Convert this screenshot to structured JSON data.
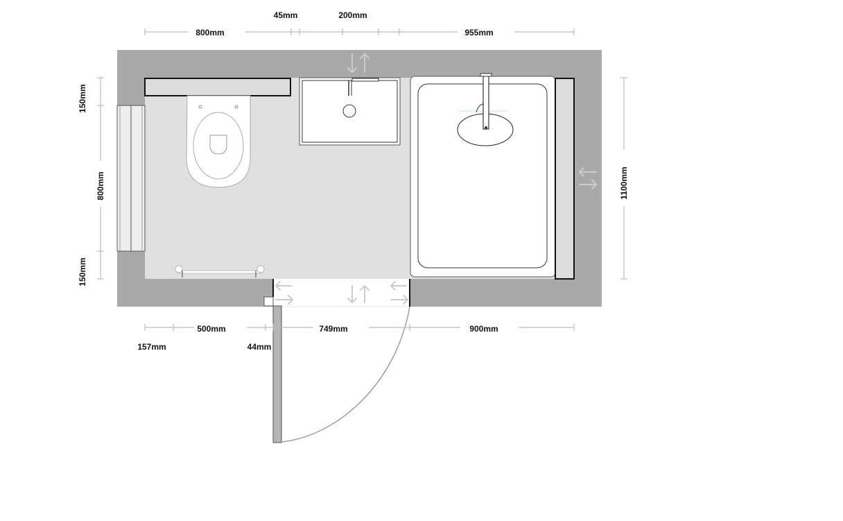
{
  "colors": {
    "wall": "#a9a9a9",
    "floor": "#e0e0e0",
    "fixture_fill": "#ffffff",
    "fixture_stroke": "#555555",
    "cabinet_fill": "#dddddd",
    "dimension_line": "#bbbbbb",
    "dimension_text": "#111111",
    "move_arrow": "#cccccc",
    "door": "#b5b5b5",
    "door_swing": "#999999"
  },
  "dimensions": {
    "top": {
      "toilet_box_width": "800mm",
      "gap_width": "45mm",
      "sink_width": "200mm",
      "bath_width": "955mm"
    },
    "left": {
      "upper": "150mm",
      "radiator_height": "800mm",
      "lower": "150mm"
    },
    "right": {
      "room_depth": "1100mm"
    },
    "bottom": {
      "wall_offset": "157mm",
      "rail_width": "500mm",
      "door_frame": "44mm",
      "door_width": "749mm",
      "wall_right": "900mm"
    }
  },
  "fixtures": [
    {
      "name": "toilet-cistern-box"
    },
    {
      "name": "toilet"
    },
    {
      "name": "sink"
    },
    {
      "name": "bathtub"
    },
    {
      "name": "towel-rail"
    },
    {
      "name": "radiator"
    },
    {
      "name": "side-cabinet"
    },
    {
      "name": "door"
    }
  ]
}
